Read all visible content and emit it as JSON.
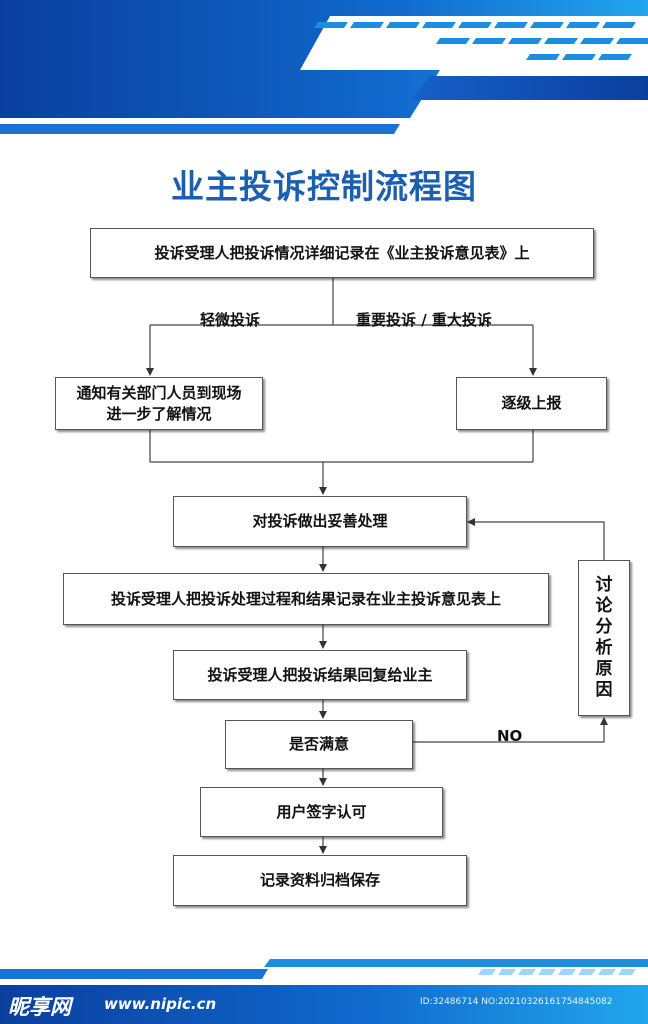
{
  "title": "业主投诉控制流程图",
  "colors": {
    "primary": "#0a4fb3",
    "accent": "#1a8ee0",
    "title": "#1a5fb0"
  },
  "nodes": {
    "record_complaint": "投诉受理人把投诉情况详细记录在《业主投诉意见表》上",
    "notify_dept_line1": "通知有关部门人员到现场",
    "notify_dept_line2": "进一步了解情况",
    "escalate": "逐级上报",
    "handle": "对投诉做出妥善处理",
    "record_result": "投诉受理人把投诉处理过程和结果记录在业主投诉意见表上",
    "reply_owner": "投诉受理人把投诉结果回复给业主",
    "satisfied": "是否满意",
    "user_sign": "用户签字认可",
    "archive": "记录资料归档保存",
    "discuss": [
      "讨",
      "论",
      "分",
      "析",
      "原",
      "因"
    ]
  },
  "edges": {
    "minor": "轻微投诉",
    "major": "重要投诉 / 重大投诉",
    "no": "NO"
  },
  "footer": {
    "brand": "昵享网",
    "site": "www.nipic.cn",
    "image_id": "ID:32486714 NO:20210326161754845082"
  }
}
